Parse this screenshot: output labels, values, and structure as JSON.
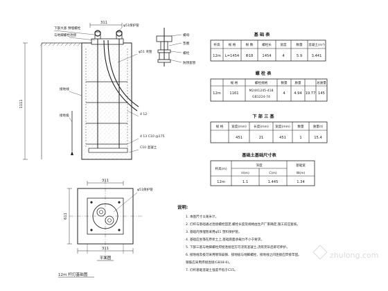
{
  "elevation": {
    "dim_top": "311",
    "dim_side": "1111",
    "labels": {
      "ground_lower": "下部大基 预埋螺栓",
      "ground_upper": "与地脚螺栓连接",
      "pipe_top": "φ51保护管",
      "elbow": "φ51 弯管",
      "ground_screw": "接地线",
      "cable": "接地极",
      "rebar_main": "4 12",
      "rebar_stirrup": "4 13 C10 @175",
      "concrete": "C10 混凝土"
    }
  },
  "plan": {
    "dim_top": "311",
    "dim_bottom": "311",
    "dim_side": "611",
    "label_pipe": "φ51保护管",
    "caption": "平面图",
    "title": "12m 杆灯基础图"
  },
  "bolt_detail": {
    "labels": [
      "螺母",
      "垫圈",
      "螺栓",
      "防锈套管"
    ]
  },
  "table1": {
    "title": "基 础 表",
    "header": [
      "杆高",
      "规 格",
      "根 数",
      "螺栓长",
      "宽度",
      "数量",
      "混凝土(m³)"
    ],
    "rows": [
      [
        "12m",
        "L=1454",
        "Φ18",
        "1454",
        "4",
        "5.9",
        "3.441"
      ]
    ]
  },
  "table2": {
    "title": "螺 栓 表",
    "header": [
      "规 格",
      "螺栓规格",
      "数量",
      "质量",
      "总质量"
    ],
    "rows": [
      [
        "12m",
        "1161",
        "M24X1245-418",
        "4",
        "4.94",
        "19.77",
        "145"
      ],
      [
        "",
        "",
        "GB1224-74",
        "",
        "",
        "",
        ""
      ]
    ]
  },
  "table3": {
    "title": "下 部 三 基",
    "header": [
      "规 格",
      "宽度(mm)",
      "长度(mm)",
      "宽度(mm)",
      "数量",
      "质量(t)"
    ],
    "rows": [
      [
        "451",
        "21",
        "451",
        "1",
        "15.4"
      ]
    ]
  },
  "table4": {
    "title": "基础土基础尺寸表",
    "header": [
      "杆高(m)",
      "深度",
      "",
      "",
      "基础宽"
    ],
    "subheader": [
      "H(m)",
      "C(m)",
      "W(m)"
    ],
    "rows": [
      [
        "12m",
        "1.1",
        "1.445",
        "1.34"
      ]
    ]
  },
  "notes": {
    "title": "说明:",
    "items": [
      "1. 本图尺寸以毫米计。",
      "2. 灯杆与基础通过连接螺栓固定,螺栓长度及规格由生产厂家确定,施工前应复核。",
      "3. 基础内预埋管采用φ51 塑料保护管。",
      "4. 基础应坐落在原状土上,基础底面承载力不小于要求。",
      "5. 下部三基与地脚螺栓焊接连接后方可浇筑混凝土,浇筑完毕后即可养护。",
      "6. 接地线及极可采用镀锌扁钢、接地极与地脚螺栓、接地线之间连接应焊接牢固。",
      "   钢筋应采用焊接连接(GB18-6)。",
      "7. 灯杆基础混凝土强度不低于C15。"
    ]
  },
  "watermark": "zhulong.com"
}
